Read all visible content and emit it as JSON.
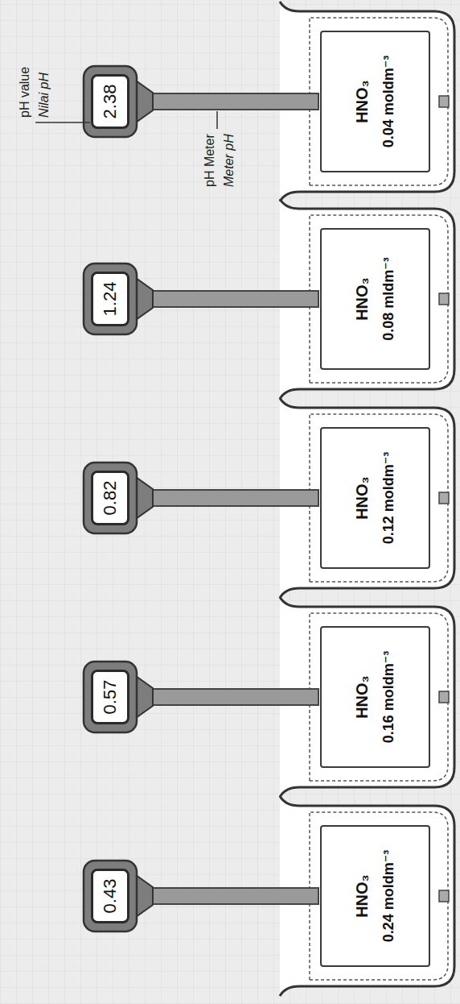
{
  "diagram": {
    "nodes": [
      {
        "text": [
          "0.43"
        ]
      },
      {
        "text": [
          "HNO₃",
          "0.24 moldm⁻³"
        ]
      },
      {
        "text": [
          "0.57"
        ]
      },
      {
        "text": [
          "HNO₃",
          "0.16 moldm⁻³"
        ]
      },
      {
        "text": [
          "0.82"
        ]
      },
      {
        "text": [
          "HNO₃",
          "0.12 moldm⁻³"
        ]
      },
      {
        "text": [
          "1.24"
        ]
      },
      {
        "text": [
          "HNO₃",
          "0.08 mldm⁻³"
        ]
      },
      {
        "text": [
          "2.38"
        ]
      },
      {
        "text": [
          "HNO₃",
          "0.04 moldm⁻³"
        ]
      }
    ],
    "labels": [
      "pH value",
      "Nilai pH",
      "pH Meter",
      "Meter pH"
    ]
  }
}
